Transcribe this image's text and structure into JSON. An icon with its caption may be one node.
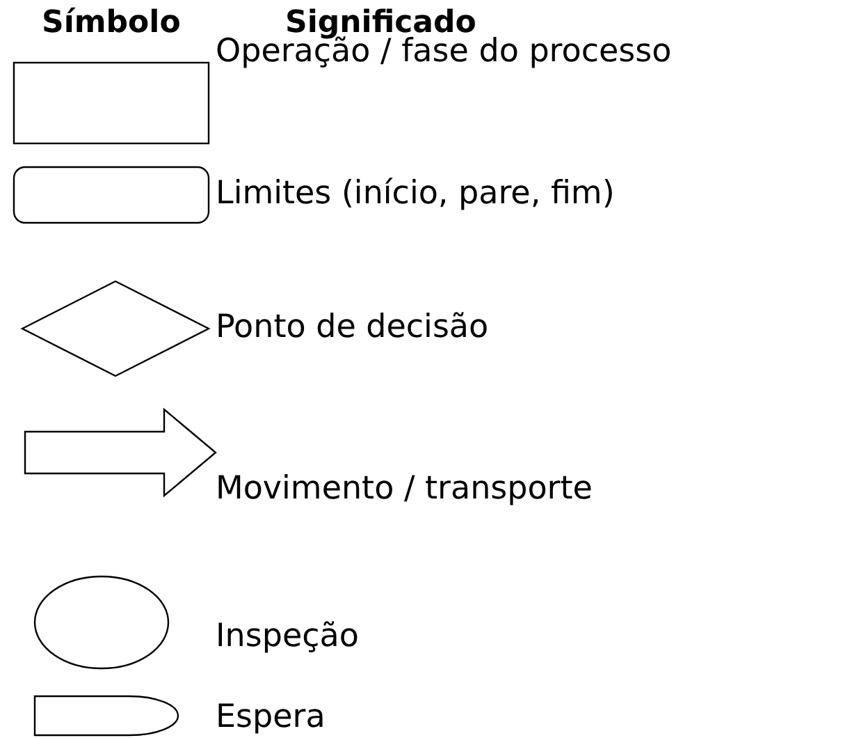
{
  "diagram": {
    "labels": [
      "Símbolo",
      "Significado"
    ],
    "nodes": [
      {
        "text": [],
        "shape": "box"
      },
      {
        "text": [],
        "shape": "rounded-box"
      },
      {
        "text": [],
        "shape": "diamond"
      },
      {
        "text": [],
        "shape": "arrow"
      },
      {
        "text": [],
        "shape": "ellipse"
      },
      {
        "text": [],
        "shape": "delay"
      }
    ],
    "legend": [
      {
        "text": "Operação / fase do processo"
      },
      {
        "text": "Limites (início, pare, fim)"
      },
      {
        "text": "Ponto de decisão"
      },
      {
        "text": "Movimento / transporte"
      },
      {
        "text": "Inspeção"
      },
      {
        "text": "Espera"
      }
    ]
  }
}
